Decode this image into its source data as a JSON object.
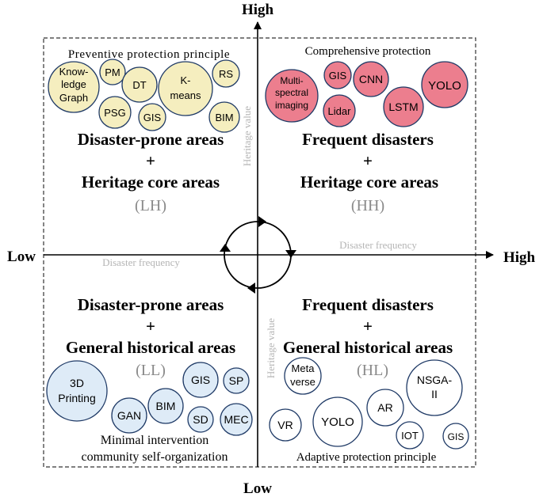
{
  "axes": {
    "y_high": "High",
    "y_low": "Low",
    "x_low": "Low",
    "x_high": "High",
    "y_label": "Heritage value",
    "x_label": "Disaster frequency"
  },
  "quadrants": {
    "LH": {
      "principle": "Preventive protection principle",
      "title_line1": "Disaster-prone areas",
      "plus": "+",
      "title_line2": "Heritage core areas",
      "code": "(LH)",
      "bubbles": [
        "Know-",
        "ledge",
        "Graph",
        "PM",
        "DT",
        "K-",
        "means",
        "RS",
        "PSG",
        "GIS",
        "BIM"
      ]
    },
    "HH": {
      "principle": "Comprehensive protection",
      "title_line1": "Frequent disasters",
      "plus": "+",
      "title_line2": "Heritage core areas",
      "code": "(HH)",
      "bubbles": [
        "Multi-",
        "spectral",
        "imaging",
        "GIS",
        "CNN",
        "YOLO",
        "Lidar",
        "LSTM"
      ]
    },
    "LL": {
      "title_line1": "Disaster-prone areas",
      "plus": "+",
      "title_line2": "General historical areas",
      "code": "(LL)",
      "principle_line1": "Minimal intervention",
      "principle_line2": "community self-organization",
      "bubbles": [
        "3D",
        "Printing",
        "GAN",
        "BIM",
        "GIS",
        "SP",
        "SD",
        "MEC"
      ]
    },
    "HL": {
      "title_line1": "Frequent disasters",
      "plus": "+",
      "title_line2": "General historical areas",
      "code": "(HL)",
      "principle": "Adaptive protection principle",
      "bubbles": [
        "Meta",
        "verse",
        "VR",
        "YOLO",
        "AR",
        "NSGA-",
        "II",
        "IOT",
        "GIS"
      ]
    }
  },
  "colors": {
    "LH_fill": "#f5eebf",
    "HH_fill": "#ec7e8e",
    "LL_fill": "#deebf7",
    "HL_fill": "#ffffff",
    "bubble_stroke": "#1f3a66",
    "code_text": "#8a8a8a",
    "axis_label": "#b5b5b5"
  }
}
